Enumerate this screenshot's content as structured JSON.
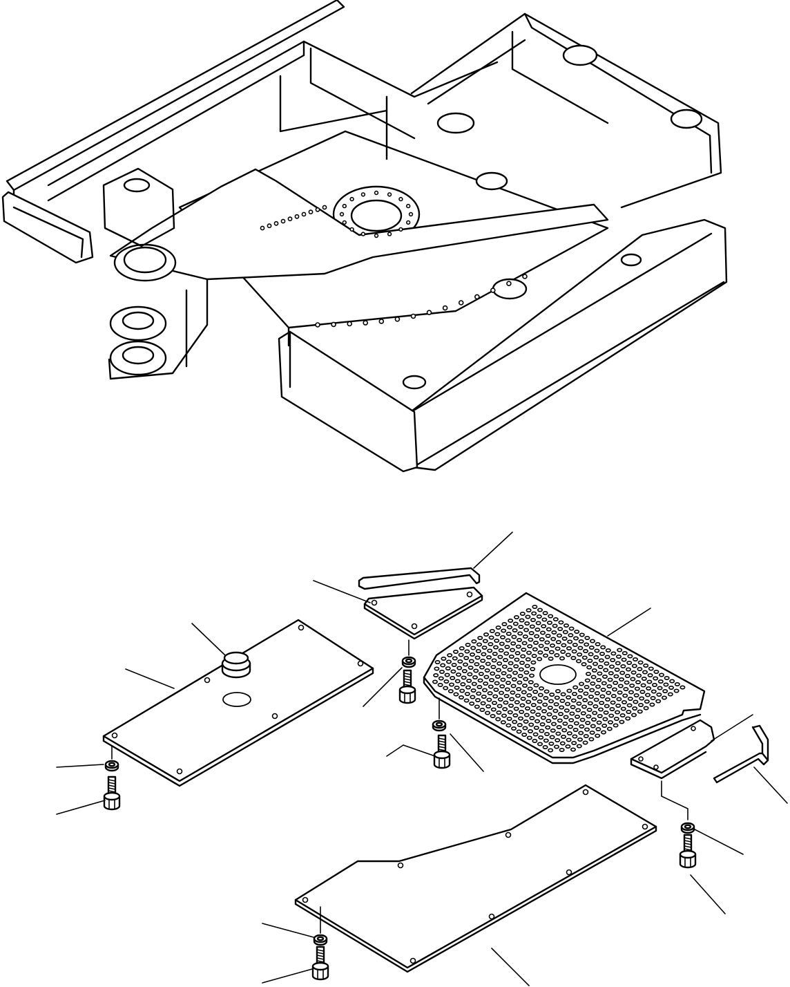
{
  "diagram": {
    "parts": [
      {
        "id": "frame",
        "icon": "revolving-frame"
      },
      {
        "id": "plug",
        "icon": "rubber-plug"
      },
      {
        "id": "cover-left",
        "icon": "cover-plate"
      },
      {
        "id": "seal-strip",
        "icon": "seal-strip"
      },
      {
        "id": "cover-triangle",
        "icon": "cover-plate"
      },
      {
        "id": "perforated-cover",
        "icon": "perforated-cover"
      },
      {
        "id": "small-plate",
        "icon": "cover-plate"
      },
      {
        "id": "hook-rod",
        "icon": "bent-rod"
      },
      {
        "id": "cover-bottom",
        "icon": "cover-plate"
      },
      {
        "id": "bolt",
        "icon": "bolt"
      },
      {
        "id": "washer",
        "icon": "washer"
      }
    ]
  }
}
